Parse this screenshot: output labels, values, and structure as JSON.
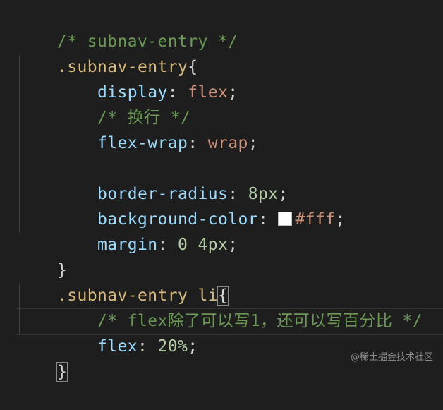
{
  "code": {
    "line1": {
      "comment": "/* subnav-entry */"
    },
    "line2": {
      "selector": ".subnav-entry",
      "brace": "{"
    },
    "line3": {
      "prop": "display",
      "colon": ": ",
      "value": "flex",
      "semi": ";"
    },
    "line4": {
      "comment": "/* 换行 */"
    },
    "line5": {
      "prop": "flex-wrap",
      "colon": ": ",
      "value": "wrap",
      "semi": ";"
    },
    "line6": {
      "text": ""
    },
    "line7": {
      "prop": "border-radius",
      "colon": ": ",
      "value": "8px",
      "semi": ";"
    },
    "line8": {
      "prop": "background-color",
      "colon": ": ",
      "value": "#fff",
      "semi": ";",
      "swatch_color": "#ffffff"
    },
    "line9": {
      "prop": "margin",
      "colon": ": ",
      "value": "0 4px",
      "semi": ";"
    },
    "line10": {
      "brace": "}"
    },
    "line11": {
      "selector": ".subnav-entry li",
      "brace": "{"
    },
    "line12": {
      "comment": "/* flex除了可以写1，还可以写百分比 */"
    },
    "line13": {
      "prop": "flex",
      "colon": ": ",
      "value": "20%",
      "semi": ";"
    },
    "line14": {
      "brace": "}"
    }
  },
  "watermark": "@稀土掘金技术社区",
  "colors": {
    "background": "#1e1e1e",
    "comment": "#6a9955",
    "selector": "#d7ba7d",
    "property": "#9cdcfe",
    "string_value": "#ce9178",
    "number_value": "#b5cea8"
  }
}
